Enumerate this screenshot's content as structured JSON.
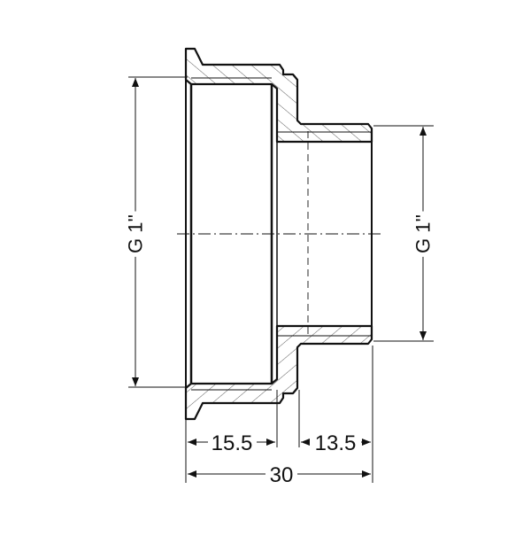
{
  "drawing": {
    "colors": {
      "line": "#111111",
      "background": "#ffffff"
    },
    "dimensions": {
      "left_thread": "G 1''",
      "right_thread": "G 1''",
      "left_length": "15.5",
      "right_length": "13.5",
      "total_length": "30"
    }
  }
}
